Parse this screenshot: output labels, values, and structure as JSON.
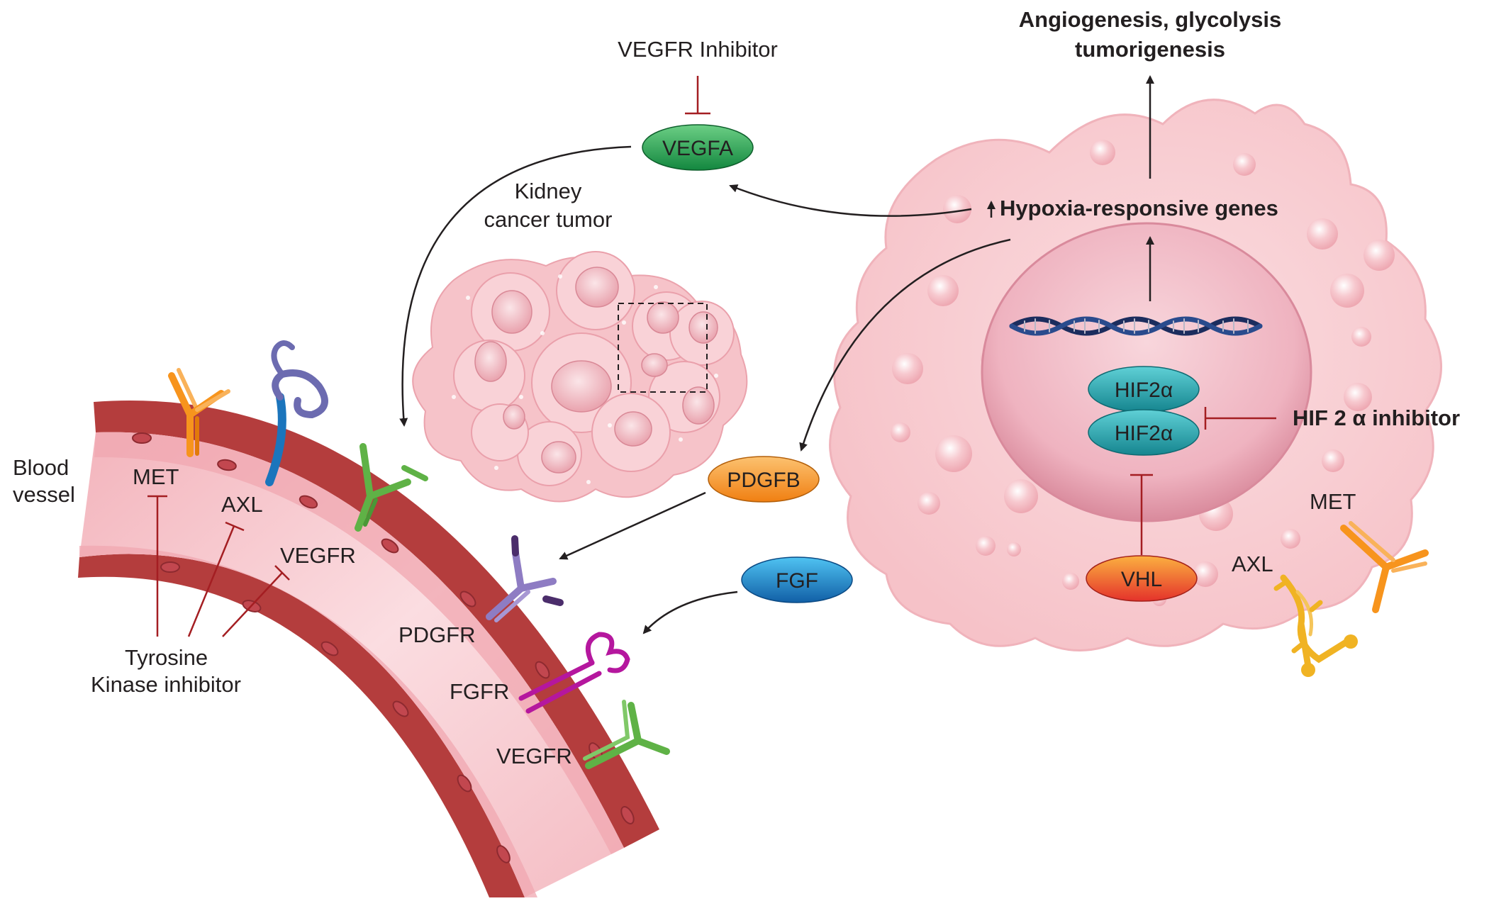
{
  "top_outcome": {
    "line1": "Angiogenesis, glycolysis",
    "line2": "tumorigenesis"
  },
  "vegfr_inhibitor": "VEGFR Inhibitor",
  "tumor_label": {
    "line1": "Kidney",
    "line2": "cancer tumor"
  },
  "genes_label": "Hypoxia-responsive genes",
  "ligands": {
    "vegfa": "VEGFA",
    "pdgfb": "PDGFB",
    "fgf": "FGF"
  },
  "hif": {
    "top": "HIF2α",
    "bottom": "HIF2α"
  },
  "hif_inhibitor": "HIF 2 α inhibitor",
  "vhl": "VHL",
  "cell_receptors": {
    "met": "MET",
    "axl": "AXL"
  },
  "vessel": {
    "label_line1": "Blood",
    "label_line2": "vessel",
    "met": "MET",
    "axl": "AXL",
    "vegfr_inner": "VEGFR",
    "pdgfr": "PDGFR",
    "fgfr": "FGFR",
    "vegfr_outer": "VEGFR"
  },
  "tki": {
    "line1": "Tyrosine",
    "line2": "Kinase inhibitor"
  },
  "colors": {
    "vessel_wall": "#b43d3d",
    "vessel_lumen": "#f6c7cc",
    "cell_body": "#f9d0d4",
    "nucleus": "#eba5b4",
    "vegfa_green": "#1fa552",
    "pdgfb_orange": "#f7941d",
    "fgf_blue": "#1b75bc",
    "hif_teal": "#1b9ea8",
    "vhl_red": "#ef4123",
    "inhibitor_red": "#a41e22",
    "met_orange": "#f7941d",
    "axl_gold": "#f0b323",
    "vegfr_green": "#5fb246",
    "pdgfr_purple": "#8e7cc3",
    "fgfr_magenta": "#b5179e"
  }
}
